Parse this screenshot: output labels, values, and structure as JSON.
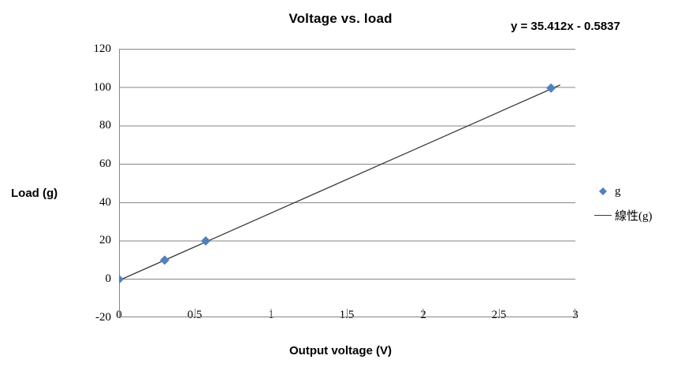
{
  "chart_data": {
    "type": "scatter",
    "title": "Voltage vs. load",
    "xlabel": "Output voltage (V)",
    "ylabel": "Load (g)",
    "xlim": [
      0,
      3
    ],
    "ylim": [
      -20,
      120
    ],
    "xticks": [
      "0",
      "0.5",
      "1",
      "1.5",
      "2",
      "2.5",
      "3"
    ],
    "yticks": [
      "120",
      "100",
      "80",
      "60",
      "40",
      "20",
      "0",
      "-20"
    ],
    "grid": "horizontal",
    "legend_position": "right",
    "series": [
      {
        "name": "g",
        "marker": "diamond",
        "color": "#4f81bd",
        "x": [
          0,
          0.3,
          0.57,
          2.84
        ],
        "y": [
          0,
          10,
          20,
          100
        ]
      },
      {
        "name": "線性(g)",
        "type": "trendline",
        "color": "#3a3a3a",
        "equation": "y = 35.412x - 0.5837",
        "slope": 35.412,
        "intercept": -0.5837
      }
    ],
    "annotations": [
      {
        "text": "y = 35.412x - 0.5837"
      }
    ]
  },
  "legend": {
    "items": [
      {
        "label": "g",
        "key": "diamond-marker"
      },
      {
        "label": "線性(g)",
        "key": "line-marker"
      }
    ]
  },
  "colors": {
    "marker": "#4f81bd",
    "trendline": "#3a3a3a",
    "gridline": "#868686",
    "axis": "#868686",
    "text": "#000000",
    "background": "#ffffff"
  }
}
